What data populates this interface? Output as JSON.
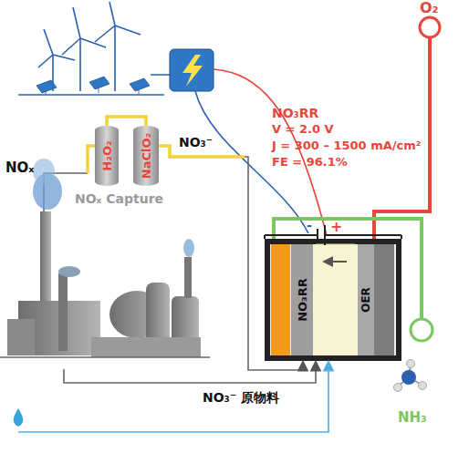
{
  "diagram": {
    "nodes": [
      {
        "text": [
          "H₂O₂"
        ]
      },
      {
        "text": [
          "NaClO₂"
        ]
      },
      {
        "text": [
          "NO₃RR"
        ]
      },
      {
        "text": [
          "OER"
        ]
      }
    ],
    "edges": [
      {
        "from": 0,
        "to": 1,
        "arrow": "none"
      }
    ],
    "labels": [
      "O₂",
      "NO₃RR",
      "V = 2.0 V",
      "J = 300 – 1500 mA/cm²",
      "FE = 96.1%",
      "NOₓ",
      "NO₃⁻",
      "NOₓ Capture",
      "NO₃⁻ 原物料",
      "NH₃"
    ]
  }
}
